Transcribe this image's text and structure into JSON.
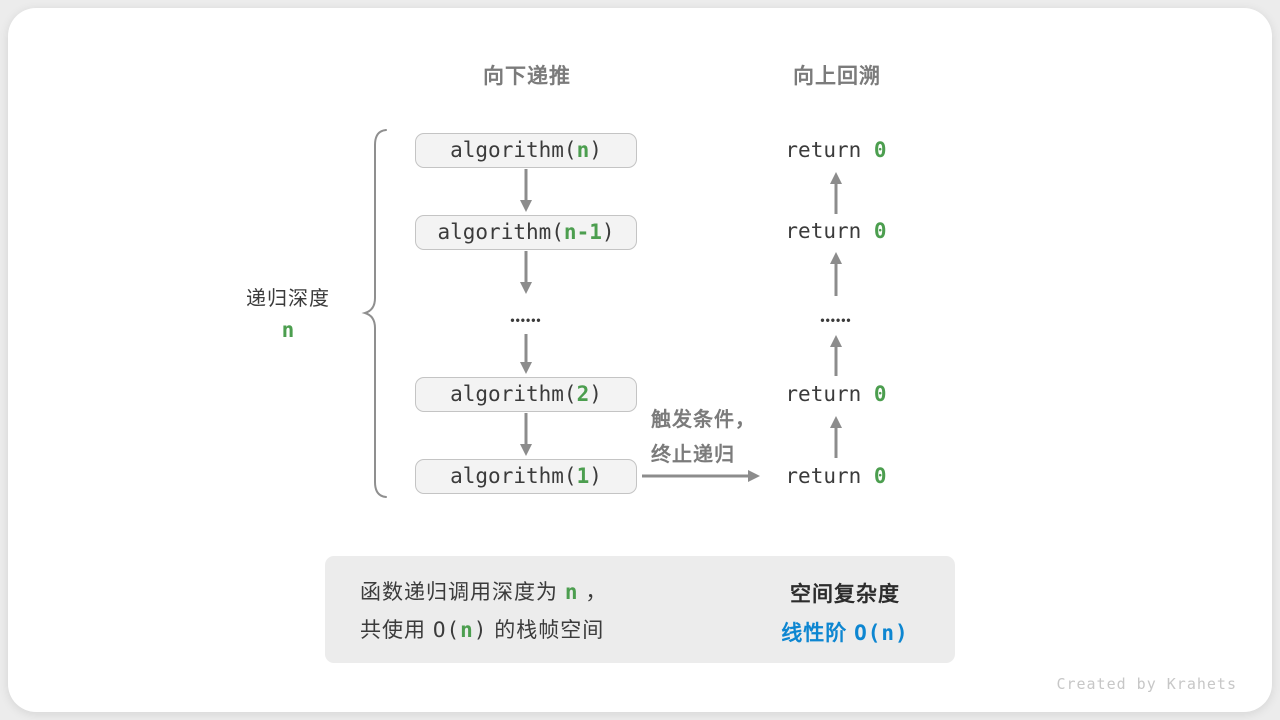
{
  "headers": {
    "recurse_down": "向下递推",
    "backtrack_up": "向上回溯"
  },
  "depth": {
    "label": "递归深度",
    "value": "n"
  },
  "stack": [
    {
      "pre": "algorithm(",
      "arg": "n",
      "post": ")"
    },
    {
      "pre": "algorithm(",
      "arg": "n-1",
      "post": ")"
    },
    {
      "pre": "algorithm(",
      "arg": "2",
      "post": ")"
    },
    {
      "pre": "algorithm(",
      "arg": "1",
      "post": ")"
    }
  ],
  "returns": [
    {
      "pre": "return ",
      "val": "0"
    },
    {
      "pre": "return ",
      "val": "0"
    },
    {
      "pre": "return ",
      "val": "0"
    },
    {
      "pre": "return ",
      "val": "0"
    }
  ],
  "ellipsis": "••••••",
  "annotation": {
    "line1": "触发条件，",
    "line2": "终止递归"
  },
  "summary": {
    "line1": {
      "pre": "函数递归调用深度为 ",
      "var": "n",
      "post": " ，"
    },
    "line2": {
      "pre": "共使用 ",
      "code_open": "O(",
      "var": "n",
      "code_close": ")",
      "post": " 的栈帧空间"
    },
    "title": "空间复杂度",
    "result_text": "线性阶 ",
    "result_code": "O(n)"
  },
  "credit": "Created by Krahets",
  "colors": {
    "green": "#4c9e4f",
    "blue": "#0d86d1",
    "gray_heading": "#7b7b7b",
    "dark_text": "#3b3b3b",
    "arrow": "#8c8c8c",
    "box_fill": "#f3f3f3",
    "box_border": "#c4c4c4",
    "summary_fill": "#ececec",
    "block_arrow": "#bdbdbd",
    "credit": "#c7c7c7",
    "page_bg": "#ececec"
  }
}
